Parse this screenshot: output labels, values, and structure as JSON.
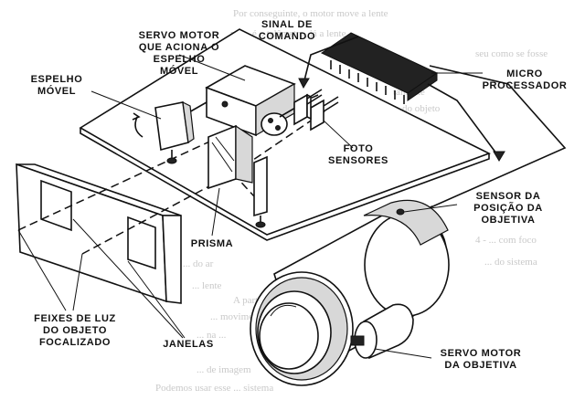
{
  "labels": {
    "servo_espelho": [
      "SERVO MOTOR",
      "QUE ACIONA O",
      "ESPELHO",
      "MÓVEL"
    ],
    "sinal_comando": [
      "SINAL DE",
      "COMANDO"
    ],
    "micro": [
      "MICRO",
      "PROCESSADOR"
    ],
    "espelho_movel": [
      "ESPELHO",
      "MÓVEL"
    ],
    "foto_sensores": [
      "FOTO",
      "SENSORES"
    ],
    "prisma": "PRISMA",
    "sensor_posicao": [
      "SENSOR DA",
      "POSIÇÃO DA",
      "OBJETIVA"
    ],
    "feixes": [
      "FEIXES DE LUZ",
      "DO OBJETO",
      "FOCALIZADO"
    ],
    "janelas": "JANELAS",
    "servo_objetiva": [
      "SERVO MOTOR",
      "DA OBJETIVA"
    ]
  },
  "background_text": [
    "Por conseguinte, o motor move a lente",
    "mós, é o telêmetro, já a lente",
    "seu como se fosse",
    "tamente",
    "do objeto",
    "4 - ... com foco",
    "... do sistema",
    "... do ar",
    "... lente",
    "A partir ... móvel",
    "... movimento",
    "... na ...",
    "... de imagem",
    "Podemos usar esse ... sistema"
  ]
}
